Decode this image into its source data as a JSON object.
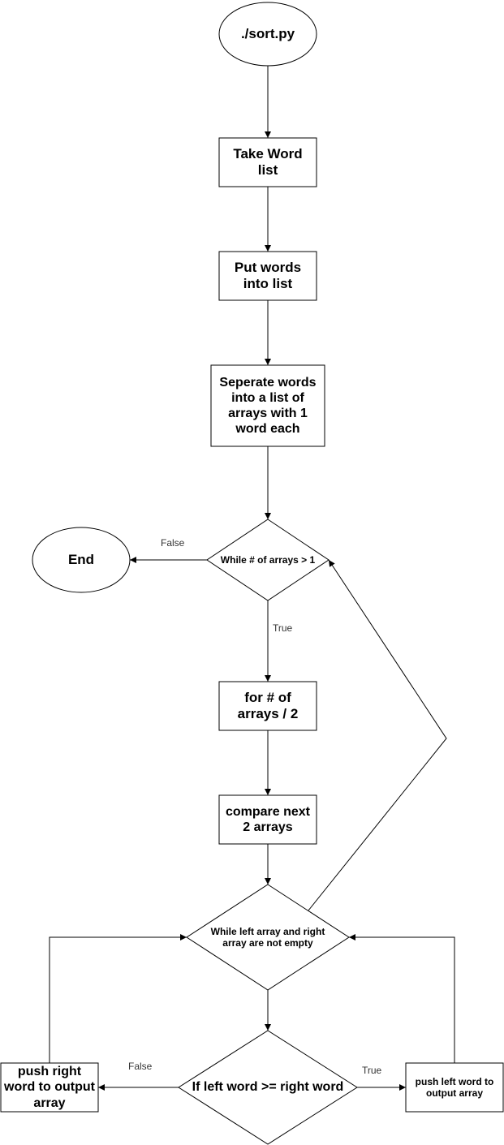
{
  "nodes": {
    "start": "./sort.py",
    "take_word_list": "Take Word list",
    "put_words_into_list": "Put words into list",
    "separate_words": "Seperate words into a list of arrays with 1 word each",
    "while_arrays": "While # of arrays > 1",
    "end": "End",
    "for_arrays": "for # of arrays / 2",
    "compare_next": "compare next 2 arrays",
    "while_left_right": "While left array and right array are not empty",
    "if_left_right": "If left word >= right word",
    "push_right": "push right word to output array",
    "push_left": "push left word to output array"
  },
  "edges": {
    "while_false": "False",
    "while_true": "True",
    "if_false": "False",
    "if_true": "True"
  }
}
